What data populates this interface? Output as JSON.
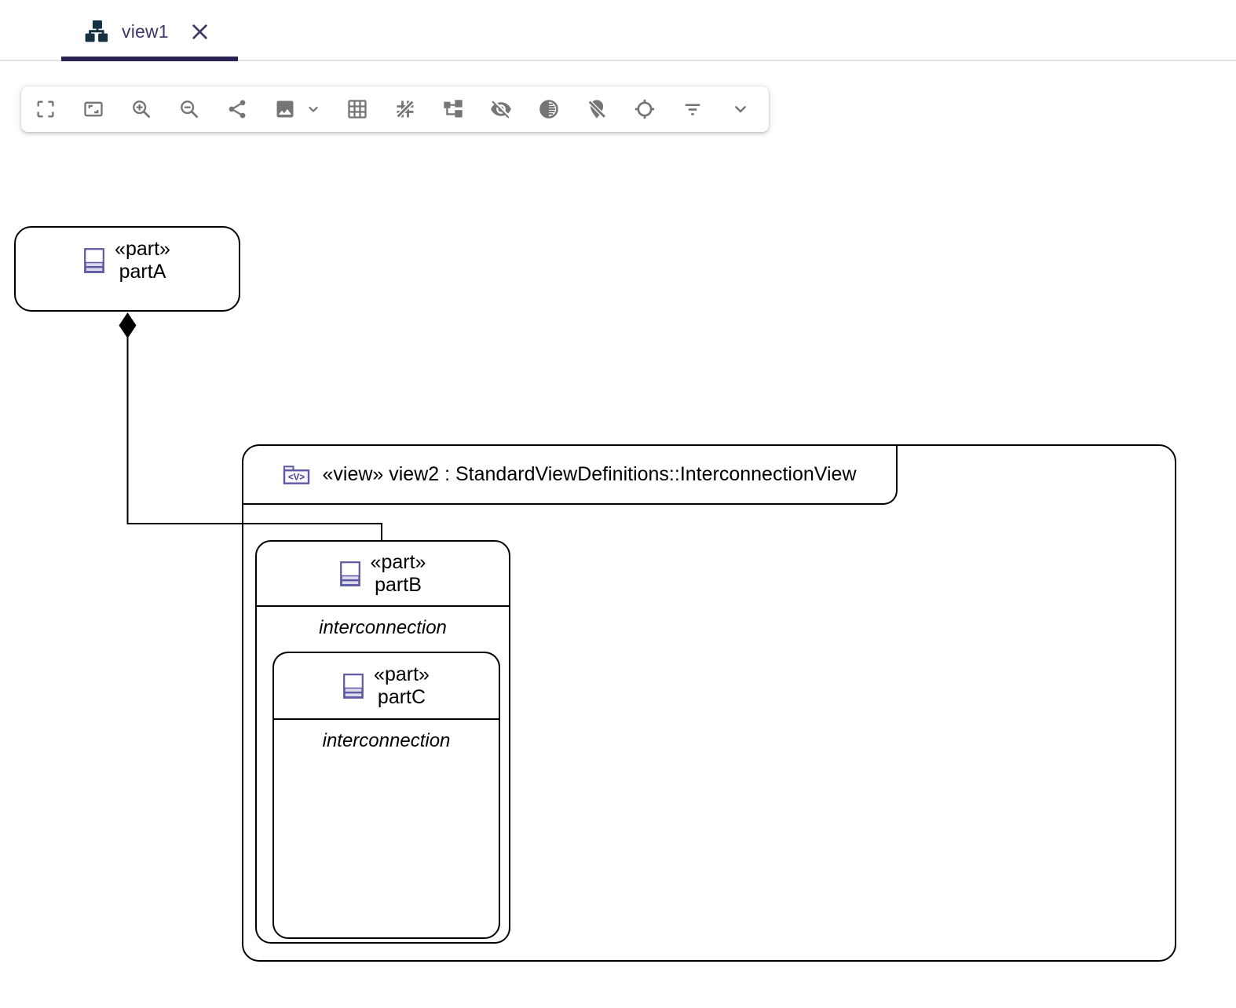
{
  "tab_bar": {
    "tabs": [
      {
        "label": "view1",
        "icon": "diagram-tree-icon",
        "active": true,
        "closable": true
      }
    ]
  },
  "toolbar": {
    "icons": [
      {
        "name": "fullscreen"
      },
      {
        "name": "fit-to-screen"
      },
      {
        "name": "zoom-in"
      },
      {
        "name": "zoom-out"
      },
      {
        "name": "share"
      },
      {
        "name": "export-image"
      },
      {
        "name": "export-image-dropdown"
      },
      {
        "name": "grid"
      },
      {
        "name": "snap-to-grid-off"
      },
      {
        "name": "arrange-all"
      },
      {
        "name": "hide-elements"
      },
      {
        "name": "fade-elements"
      },
      {
        "name": "unpin-elements"
      },
      {
        "name": "reveal-elements"
      },
      {
        "name": "filter-elements"
      },
      {
        "name": "more-tools"
      }
    ]
  },
  "diagram": {
    "partA": {
      "stereotype": "«part»",
      "name": "partA"
    },
    "view2": {
      "label": "«view» view2 : StandardViewDefinitions::InterconnectionView",
      "icon_text": "<V>"
    },
    "partB": {
      "stereotype": "«part»",
      "name": "partB",
      "compartment": "interconnection"
    },
    "partC": {
      "stereotype": "«part»",
      "name": "partC",
      "compartment": "interconnection"
    },
    "edge": {
      "type": "composition",
      "source": "partA",
      "target": "partB"
    }
  },
  "colors": {
    "tab_accent": "#2b2251",
    "tab_text": "#3f3767",
    "tab_icon": "#143041",
    "toolbar_icon": "#757575",
    "node_border": "#000000",
    "part_icon": "#5f59a5",
    "part_icon_fill": "#dddaed"
  }
}
